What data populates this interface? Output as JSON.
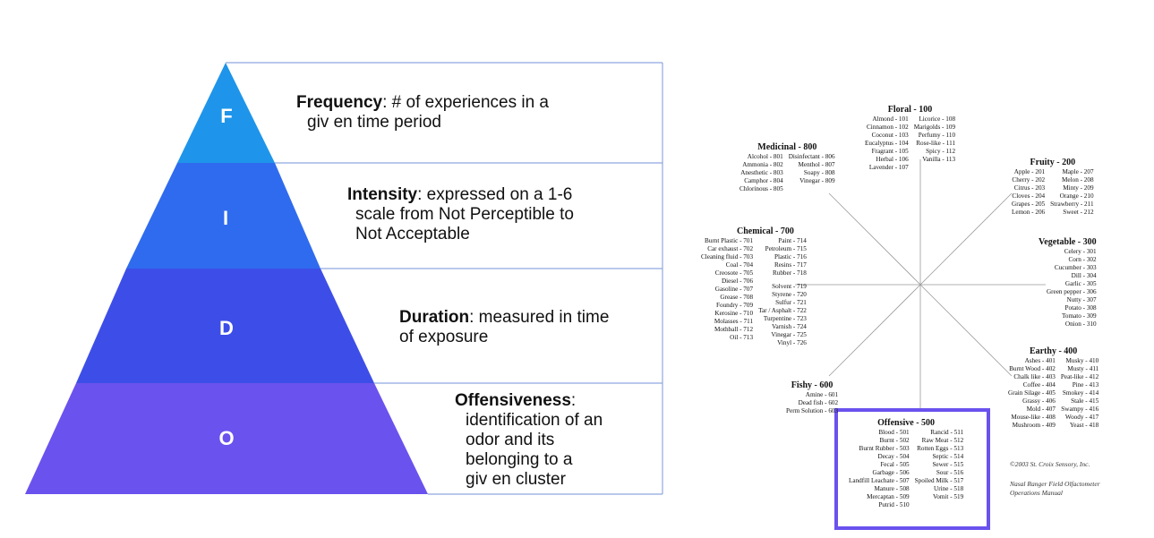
{
  "fido": {
    "letters": [
      "F",
      "I",
      "D",
      "O"
    ],
    "layer_colors": [
      "#1e95ea",
      "#2f6bef",
      "#3d4ee8",
      "#6a52ee"
    ],
    "frequency": {
      "term": "Frequency",
      "rest1": ": # of experiences in a",
      "rest2": "giv en time period"
    },
    "intensity": {
      "term": "Intensity",
      "rest1": ": expressed on a 1-6",
      "rest2": "scale from Not Perceptible to",
      "rest3": "Not Acceptable"
    },
    "duration": {
      "term": "Duration",
      "rest1": ": measured in time",
      "rest2": "of exposure"
    },
    "offensiveness": {
      "term": "Offensiveness",
      "rest1": ":",
      "rest2": "identification of an",
      "rest3": "odor and its",
      "rest4": "belonging to a",
      "rest5": "giv en cluster"
    }
  },
  "wheel": {
    "highlight_color": "#6a52ee",
    "floral": {
      "title": "Floral - 100",
      "left": [
        "Almond - 101",
        "Cinnamon - 102",
        "Coconut - 103",
        "Eucalyptus - 104",
        "Fragrant - 105",
        "Herbal - 106",
        "Lavender - 107"
      ],
      "right": [
        "Licorice - 108",
        "Marigolds - 109",
        "Perfumy - 110",
        "Rose-like - 111",
        "Spicy - 112",
        "Vanilla - 113"
      ]
    },
    "medicinal": {
      "title": "Medicinal - 800",
      "left": [
        "Alcohol - 801",
        "Ammonia - 802",
        "Anesthetic - 803",
        "Camphor - 804",
        "Chlorinous - 805"
      ],
      "right": [
        "Disinfectant - 806",
        "Menthol - 807",
        "Soapy - 808",
        "Vinegar - 809"
      ]
    },
    "fruity": {
      "title": "Fruity - 200",
      "left": [
        "Apple - 201",
        "Cherry - 202",
        "Citrus - 203",
        "Cloves - 204",
        "Grapes - 205",
        "Lemon - 206"
      ],
      "right": [
        "Maple - 207",
        "Melon - 208",
        "Minty - 209",
        "Orange - 210",
        "Strawberry - 211",
        "Sweet - 212"
      ]
    },
    "chemical": {
      "title": "Chemical - 700",
      "left": [
        "Burnt Plastic - 701",
        "Car exhaust - 702",
        "Cleaning fluid - 703",
        "Coal - 704",
        "Creosote - 705",
        "Diesel - 706",
        "Gasoline - 707",
        "Grease - 708",
        "Foundry - 709",
        "Kerosine - 710",
        "Molasses - 711",
        "Mothball - 712",
        "Oil - 713"
      ],
      "right_top": [
        "Paint - 714",
        "Petroleum - 715",
        "Plastic - 716",
        "Resins - 717",
        "Rubber - 718"
      ],
      "right_bottom": [
        "Solvent - 719",
        "Styrene - 720",
        "Sulfur - 721",
        "Tar / Asphalt - 722",
        "Turpentine - 723",
        "Varnish - 724",
        "Vinegar - 725",
        "Vinyl - 726"
      ]
    },
    "vegetable": {
      "title": "Vegetable - 300",
      "items": [
        "Celery - 301",
        "Corn - 302",
        "Cucumber - 303",
        "Dill - 304",
        "Garlic - 305",
        "Green pepper - 306",
        "Nutty - 307",
        "Potato - 308",
        "Tomato - 309",
        "Onion - 310"
      ]
    },
    "earthy": {
      "title": "Earthy - 400",
      "left": [
        "Ashes - 401",
        "Burnt Wood - 402",
        "Chalk like - 403",
        "Coffee - 404",
        "Grain Silage - 405",
        "Grassy - 406",
        "Mold - 407",
        "Mouse-like - 408",
        "Mushroom - 409"
      ],
      "right": [
        "Musky - 410",
        "Musty - 411",
        "Peat-like - 412",
        "Pine - 413",
        "Smokey - 414",
        "Stale - 415",
        "Swampy - 416",
        "Woody - 417",
        "Yeast - 418"
      ]
    },
    "fishy": {
      "title": "Fishy - 600",
      "items": [
        "Amine - 601",
        "Dead fish - 602",
        "Perm Solution - 603"
      ]
    },
    "offensive": {
      "title": "Offensive - 500",
      "left": [
        "Blood - 501",
        "Burnt - 502",
        "Burnt Rubber - 503",
        "Decay - 504",
        "Fecal - 505",
        "Garbage - 506",
        "Landfill Leachate - 507",
        "Manure - 508",
        "Mercaptan - 509",
        "Putrid - 510"
      ],
      "right": [
        "Rancid - 511",
        "Raw Meat - 512",
        "Rotten Eggs - 513",
        "Septic - 514",
        "Sewer - 515",
        "Sour - 516",
        "Spoiled Milk - 517",
        "Urine - 518",
        "Vomit - 519"
      ]
    },
    "copyright": "©2003  St. Croix Sensory, Inc.",
    "manual_line1": "Nasal Ranger Field Olfactometer",
    "manual_line2": "Operations Manual"
  }
}
